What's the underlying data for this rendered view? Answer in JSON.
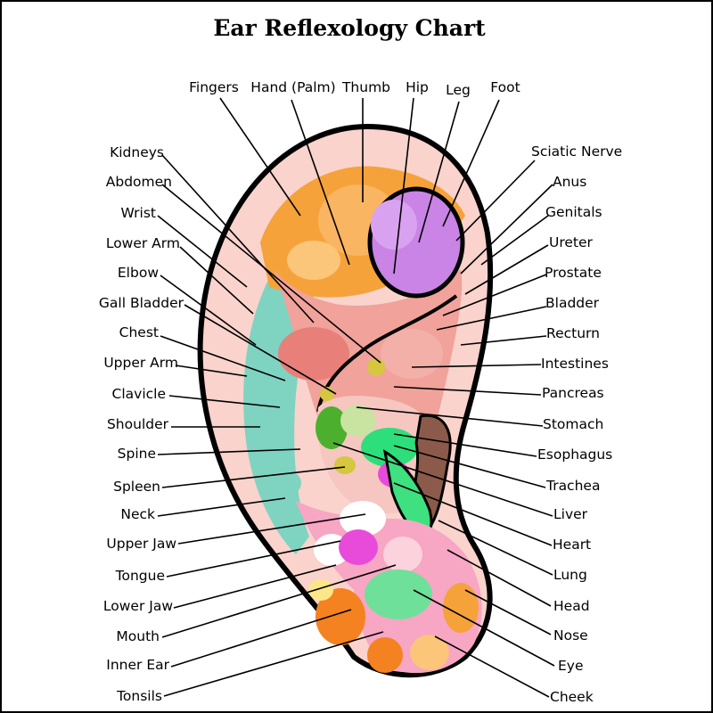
{
  "title": "Ear Reflexology Chart",
  "labels": {
    "fingers": "Fingers",
    "hand_palm": "Hand (Palm)",
    "thumb": "Thumb",
    "hip": "Hip",
    "leg": "Leg",
    "foot": "Foot",
    "kidneys": "Kidneys",
    "abdomen": "Abdomen",
    "wrist": "Wrist",
    "lower_arm": "Lower Arm",
    "elbow": "Elbow",
    "gall_bladder": "Gall Bladder",
    "chest": "Chest",
    "upper_arm": "Upper Arm",
    "clavicle": "Clavicle",
    "shoulder": "Shoulder",
    "spine": "Spine",
    "spleen": "Spleen",
    "neck": "Neck",
    "upper_jaw": "Upper Jaw",
    "tongue": "Tongue",
    "lower_jaw": "Lower Jaw",
    "mouth": "Mouth",
    "inner_ear": "Inner Ear",
    "tonsils": "Tonsils",
    "sciatic_nerve": "Sciatic Nerve",
    "anus": "Anus",
    "genitals": "Genitals",
    "ureter": "Ureter",
    "prostate": "Prostate",
    "bladder": "Bladder",
    "recturn": "Recturn",
    "intestines": "Intestines",
    "pancreas": "Pancreas",
    "stomach": "Stomach",
    "esophagus": "Esophagus",
    "trachea": "Trachea",
    "liver": "Liver",
    "heart": "Heart",
    "lung": "Lung",
    "head": "Head",
    "nose": "Nose",
    "eye": "Eye",
    "cheek": "Cheek"
  },
  "colors": {
    "ear_outline": "#000000",
    "helix_rim": "#f9d3cc",
    "scapha": "#7fd3c1",
    "antihelix": "#f0a29b",
    "upper_zone": "#f6a23a",
    "leg_zone": "#c984e6",
    "concha": "#f3b0a8",
    "lobe": "#f7a6c4",
    "green": "#6cc24a",
    "bright_green": "#2ddf7a",
    "brown": "#8b5a4a",
    "orange": "#f58220",
    "magenta": "#e84bd9",
    "yellow": "#d6c640"
  }
}
